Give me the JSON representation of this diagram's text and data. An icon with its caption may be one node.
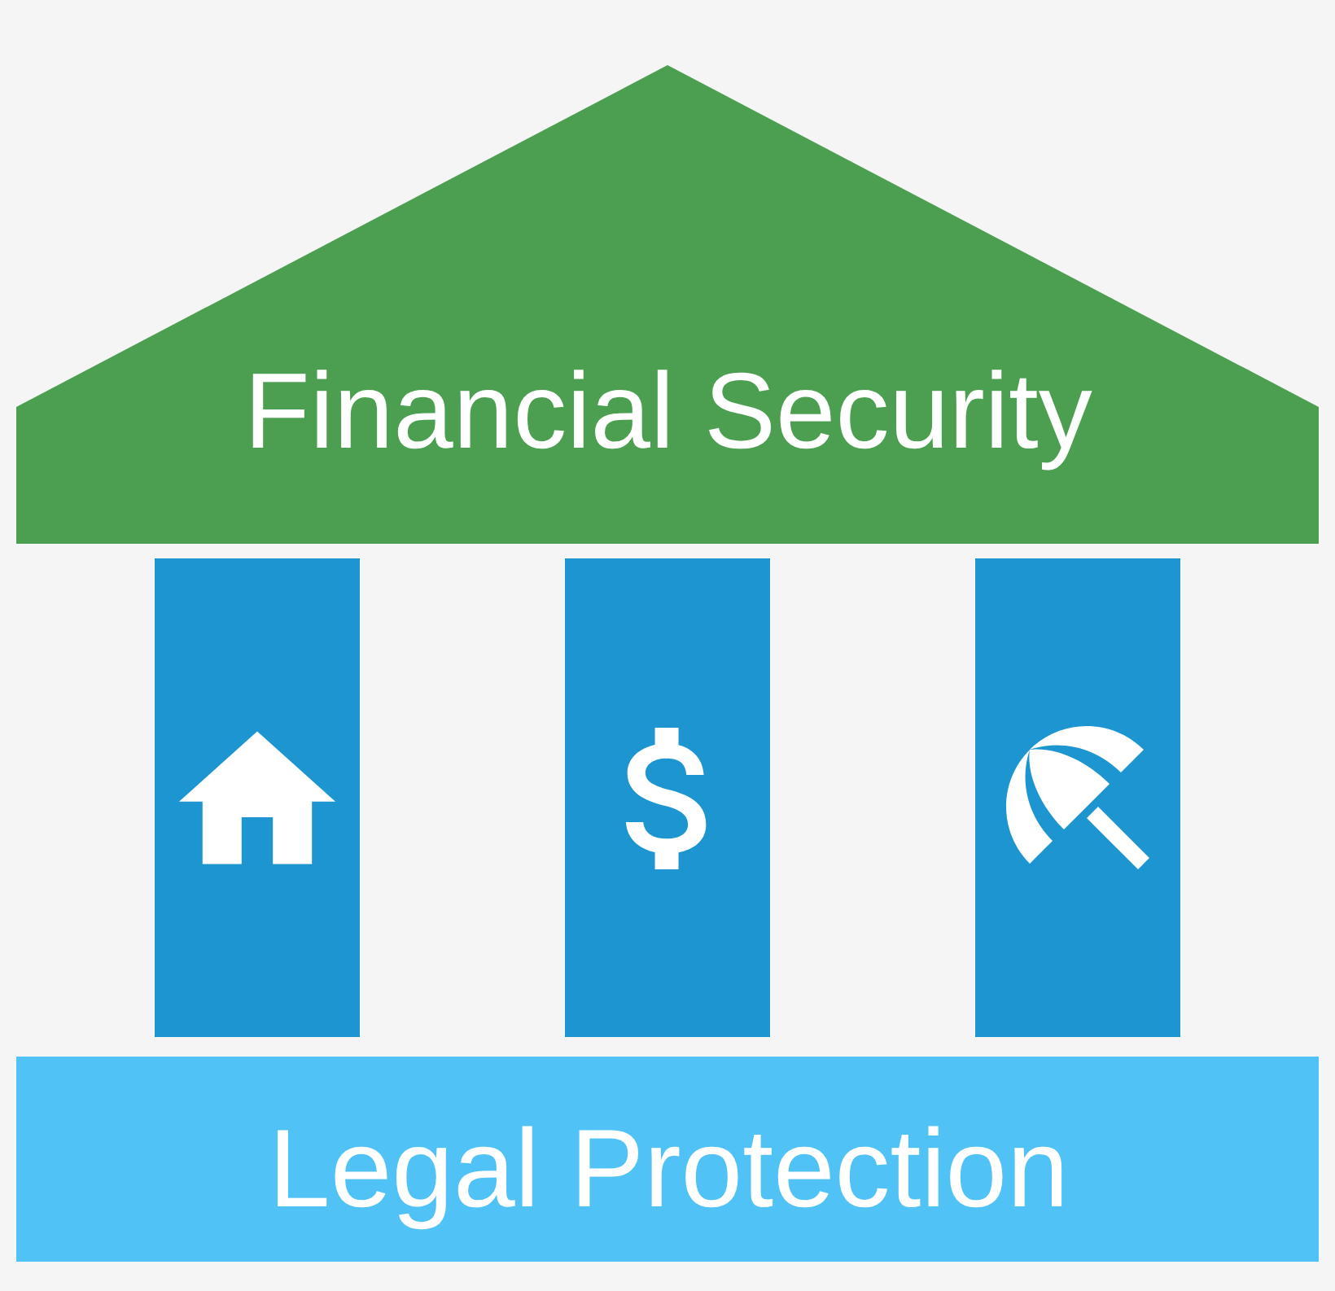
{
  "diagram": {
    "nodes": [
      {
        "text": [
          "Financial Security"
        ]
      },
      {
        "text": [],
        "shape": "bar"
      },
      {
        "text": [],
        "shape": "bar"
      },
      {
        "text": [],
        "shape": "bar"
      },
      {
        "text": [
          "Legal Protection"
        ]
      }
    ]
  }
}
